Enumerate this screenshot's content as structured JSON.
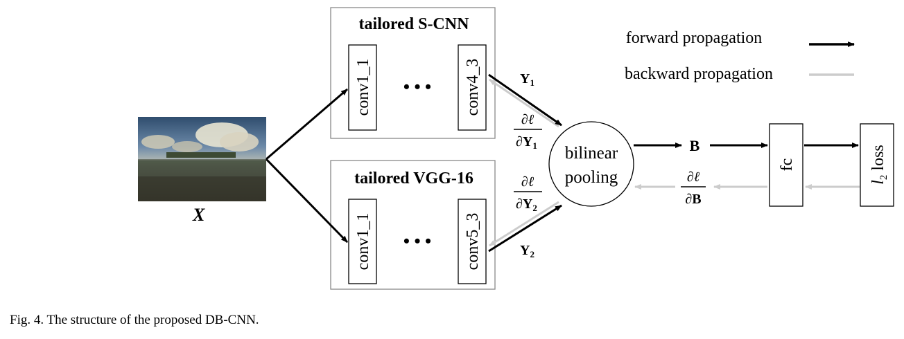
{
  "legend": {
    "forward": "forward propagation",
    "backward": "backward propagation",
    "forward_color": "#000000",
    "backward_color": "#cccccc"
  },
  "input": {
    "label": "X"
  },
  "branch_top": {
    "title": "tailored S-CNN",
    "first_layer": "conv1_1",
    "last_layer": "conv4_3",
    "ellipsis": "• • •"
  },
  "branch_bottom": {
    "title": "tailored VGG-16",
    "first_layer": "conv1_1",
    "last_layer": "conv5_3",
    "ellipsis": "• • •"
  },
  "labels": {
    "y1": "Y",
    "y1_sub": "1",
    "y2": "Y",
    "y2_sub": "2",
    "grad_num": "∂ℓ",
    "grad_den_y1": "∂Y",
    "grad_den_y1_sub": "1",
    "grad_den_y2": "∂Y",
    "grad_den_y2_sub": "2",
    "b": "B",
    "grad_den_b": "∂B"
  },
  "pooling": {
    "line1": "bilinear",
    "line2": "pooling"
  },
  "fc": {
    "label": "fc"
  },
  "loss": {
    "l": "l",
    "sub": "2",
    "text": " loss"
  },
  "caption": "Fig. 4.  The structure of the proposed DB-CNN."
}
